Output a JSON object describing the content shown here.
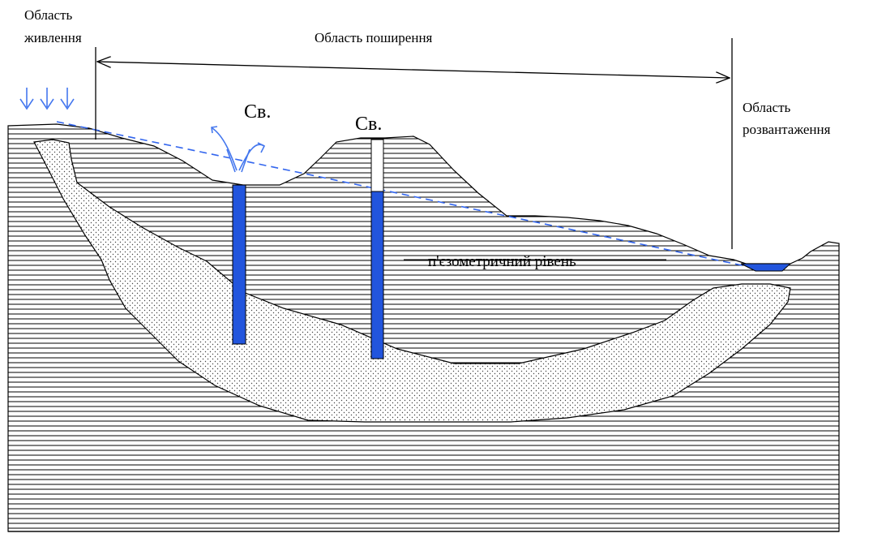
{
  "labels": {
    "recharge_line1": "Область",
    "recharge_line2": "живлення",
    "distribution": "Область поширення",
    "discharge_line1": "Область",
    "discharge_line2": "розвантаження",
    "spring": "Св.",
    "well": "Св.",
    "piezometric_level": "п'єзометричний рівень"
  },
  "colors": {
    "water": "#2255dd",
    "arrows": "#4477ee",
    "piezometric_line": "#3366ee",
    "outline": "#000000"
  },
  "legend_icons": [
    "precipitation-arrow-icon",
    "spring-flow-icon",
    "water-column-icon",
    "dimension-arrow-icon"
  ]
}
